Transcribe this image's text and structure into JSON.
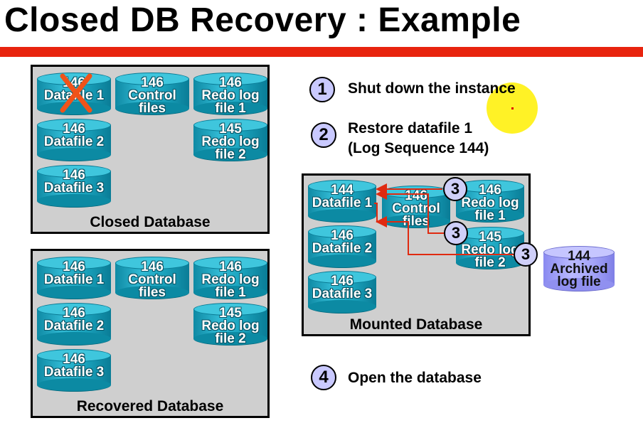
{
  "title": "Closed DB Recovery : Example",
  "colors": {
    "accent_bar": "#e8240e",
    "cylinder": "#1aa3bd",
    "archive_cylinder": "#a4a4f8",
    "badge": "#c9c9ff",
    "cross": "#f0531a",
    "arrow": "#e02a10"
  },
  "closed_db": {
    "label": "Closed Database",
    "datafile1": [
      "146",
      "Datafile 1"
    ],
    "control": [
      "146",
      "Control",
      "files"
    ],
    "redo1": [
      "146",
      "Redo log",
      "file 1"
    ],
    "datafile2": [
      "146",
      "Datafile 2"
    ],
    "redo2": [
      "145",
      "Redo log",
      "file 2"
    ],
    "datafile3": [
      "146",
      "Datafile 3"
    ]
  },
  "recovered_db": {
    "label": "Recovered Database",
    "datafile1": [
      "146",
      "Datafile 1"
    ],
    "control": [
      "146",
      "Control",
      "files"
    ],
    "redo1": [
      "146",
      "Redo log",
      "file 1"
    ],
    "datafile2": [
      "146",
      "Datafile 2"
    ],
    "redo2": [
      "145",
      "Redo log",
      "file 2"
    ],
    "datafile3": [
      "146",
      "Datafile 3"
    ]
  },
  "mounted_db": {
    "label": "Mounted Database",
    "datafile1": [
      "144",
      "Datafile 1"
    ],
    "control": [
      "146",
      "Control",
      "files"
    ],
    "redo1": [
      "146",
      "Redo log",
      "file 1"
    ],
    "datafile2": [
      "146",
      "Datafile 2"
    ],
    "redo2": [
      "145",
      "Redo log",
      "file 2"
    ],
    "datafile3": [
      "146",
      "Datafile 3"
    ]
  },
  "archived": [
    "144",
    "Archived",
    "log file"
  ],
  "steps": {
    "s1": {
      "num": "1",
      "text": "Shut down the instance"
    },
    "s2": {
      "num": "2",
      "line1": "Restore datafile 1",
      "line2": "(Log Sequence 144)"
    },
    "s3": {
      "num": "3"
    },
    "s4": {
      "num": "4",
      "text": "Open the database"
    }
  }
}
